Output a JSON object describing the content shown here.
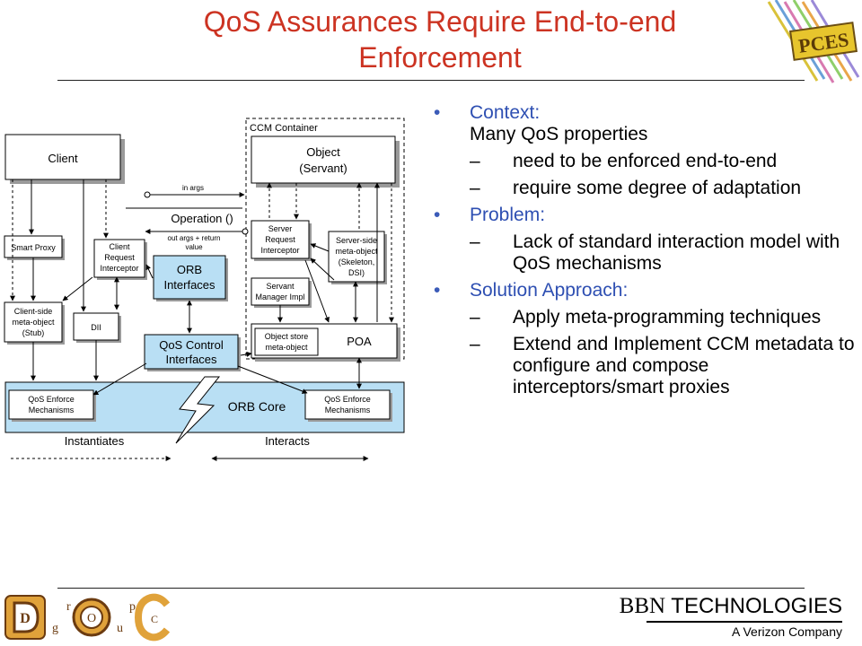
{
  "slide": {
    "title_line1": "QoS Assurances Require End-to-end",
    "title_line2": "Enforcement"
  },
  "diagram": {
    "ccm_container": "CCM Container",
    "client": "Client",
    "object_line1": "Object",
    "object_line2": "(Servant)",
    "in_args": "in args",
    "operation": "Operation ()",
    "out_args_line1": "out args + return",
    "out_args_line2": "value",
    "smart_proxy": "Smart Proxy",
    "client_interceptor": [
      "Client",
      "Request",
      "Interceptor"
    ],
    "server_interceptor": [
      "Server",
      "Request",
      "Interceptor"
    ],
    "server_meta": [
      "Server-side",
      "meta-object",
      "(Skeleton,",
      "DSI)"
    ],
    "orb_interfaces": [
      "ORB",
      "Interfaces"
    ],
    "servant_manager": [
      "Servant",
      "Manager Impl"
    ],
    "client_meta": [
      "Client-side",
      "meta-object",
      "(Stub)"
    ],
    "dii": "DII",
    "qos_control": [
      "QoS Control",
      "Interfaces"
    ],
    "object_store": [
      "Object store",
      "meta-object"
    ],
    "poa": "POA",
    "qos_enforce": [
      "QoS Enforce",
      "Mechanisms"
    ],
    "orb_core": "ORB Core",
    "instantiates": "Instantiates",
    "interacts": "Interacts",
    "colors": {
      "orb_blue": "#b9dff4",
      "box_fill": "#ffffff",
      "shadow": "#9a9a9a",
      "outline": "#000000"
    }
  },
  "bullets": {
    "context_head": "Context:",
    "context_sub": "Many QoS properties",
    "context_items": [
      "need to be enforced end-to-end",
      "require some degree of adaptation"
    ],
    "problem_head": "Problem:",
    "problem_items": [
      "Lack of standard interaction model with QoS mechanisms"
    ],
    "solution_head": "Solution Approach:",
    "solution_items": [
      "Apply meta-programming techniques",
      "Extend and Implement CCM metadata to configure and compose interceptors/smart proxies"
    ],
    "bullet_char": "•",
    "dash_char": "–",
    "colors": {
      "heading": "#2e4fb2",
      "title": "#cc3322"
    }
  },
  "logos": {
    "bbn_bbn": "BBN",
    "bbn_tech": "TECHNOLOGIES",
    "bbn_tagline": "A Verizon Company",
    "doc_letters": [
      "D",
      "g",
      "r",
      "O",
      "u",
      "p",
      "C"
    ],
    "pces": "PCES"
  }
}
